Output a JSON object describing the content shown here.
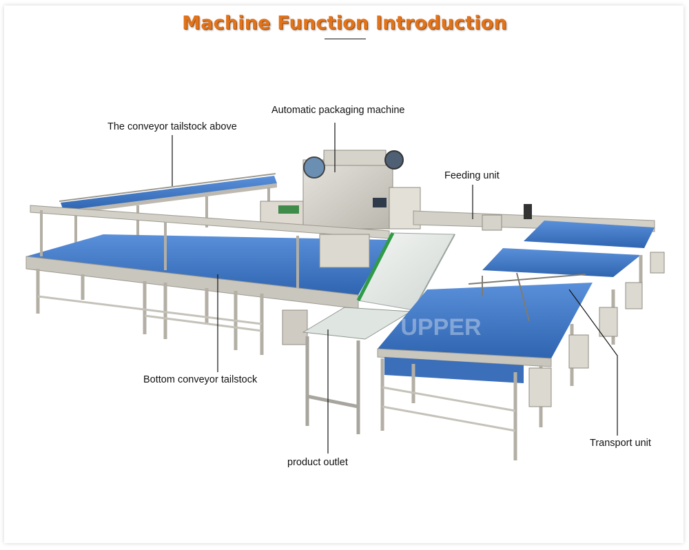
{
  "title": "Machine Function Introduction",
  "watermark": "UPPER",
  "colors": {
    "title": "#e1731b",
    "belt": "#3a74c4",
    "frame": "#c9c6bd",
    "leader_line": "#111111"
  },
  "labels": {
    "packaging_machine": "Automatic packaging machine",
    "conveyor_tailstock_above": "The conveyor tailstock above",
    "feeding_unit": "Feeding unit",
    "bottom_conveyor_tailstock": "Bottom conveyor tailstock",
    "transport_unit": "Transport unit",
    "product_outlet": "product outlet"
  }
}
